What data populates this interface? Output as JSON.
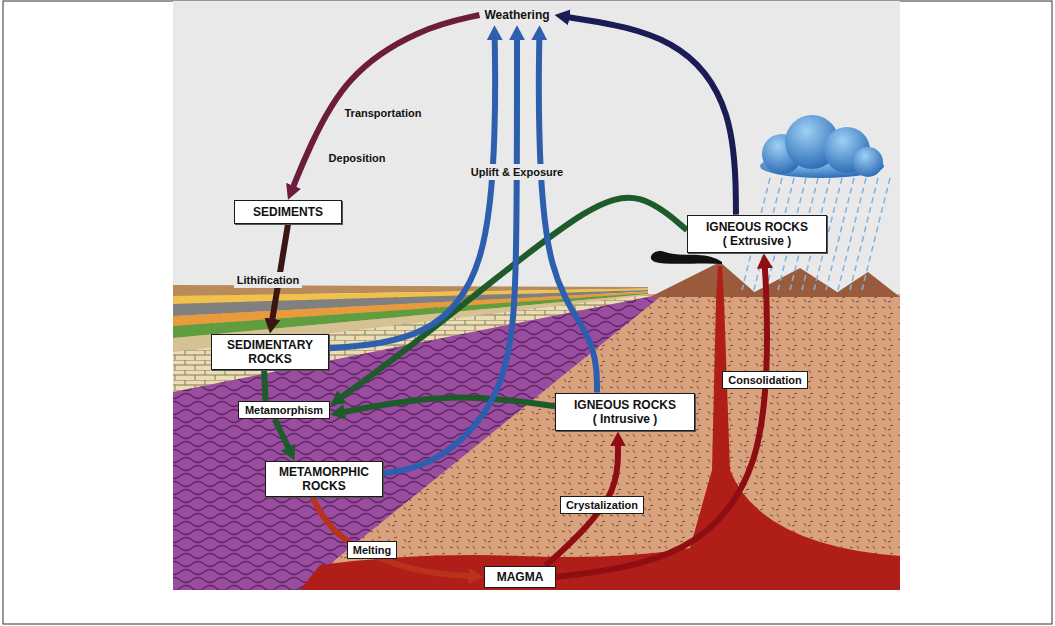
{
  "diagram": {
    "nodes": [
      {
        "text": [
          "Weathering"
        ]
      },
      {
        "text": [
          "SEDIMENTS"
        ]
      },
      {
        "text": [
          "IGNEOUS ROCKS",
          "( Extrusive )"
        ]
      },
      {
        "text": [
          "SEDIMENTARY ROCKS"
        ]
      },
      {
        "text": [
          "Metamorphism"
        ]
      },
      {
        "text": [
          "IGNEOUS ROCKS",
          "( Intrusive )"
        ]
      },
      {
        "text": [
          "METAMORPHIC ROCKS"
        ]
      },
      {
        "text": [
          "MAGMA"
        ]
      }
    ],
    "edges": [
      {
        "from": 0,
        "to": 1,
        "arrow": "to"
      },
      {
        "from": 1,
        "to": 3,
        "label": "Lithification",
        "arrow": "to"
      },
      {
        "from": 3,
        "to": 4,
        "arrow": "none"
      },
      {
        "from": 4,
        "to": 6,
        "arrow": "to"
      },
      {
        "from": 5,
        "to": 4,
        "arrow": "to"
      },
      {
        "from": 2,
        "to": 4,
        "arrow": "to"
      },
      {
        "from": 6,
        "to": 7,
        "label": "Melting",
        "arrow": "to"
      },
      {
        "from": 7,
        "to": 5,
        "label": "Crystalization",
        "arrow": "to"
      },
      {
        "from": 7,
        "to": 2,
        "label": "Consolidation",
        "arrow": "to"
      },
      {
        "from": 3,
        "to": 0,
        "arrow": "to"
      },
      {
        "from": 6,
        "to": 0,
        "label": "Uplift & Exposure",
        "arrow": "to"
      },
      {
        "from": 5,
        "to": 0,
        "arrow": "to"
      },
      {
        "from": 2,
        "to": 0,
        "arrow": "to"
      }
    ],
    "labels": [
      "Transportation",
      "Deposition"
    ]
  }
}
